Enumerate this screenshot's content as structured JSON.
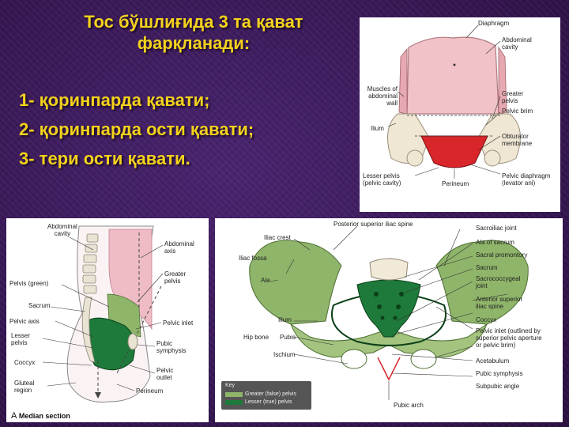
{
  "slide": {
    "title_line1": "Тос бўшлиғида 3 та қават",
    "title_line2": "фарқланади:",
    "items": [
      "1- қоринпарда қавати;",
      "2- қоринпарда ости қавати;",
      "3- тери ости қавати."
    ]
  },
  "fig_top_right": {
    "labels": {
      "diaphragm": "Diaphragm",
      "abdominal_cavity": "Abdominal\ncavity",
      "muscles": "Muscles of\nabdominal\nwall",
      "greater_pelvis": "Greater\npelvis",
      "pelvic_brim": "Pelvic brim",
      "ilium": "Ilium",
      "obturator": "Obturator\nmembrane",
      "lesser_pelvis": "Lesser pelvis\n(pelvic cavity)",
      "perineum": "Perineum",
      "pelvic_diaphragm": "Pelvic diaphragm\n(levator ani)"
    }
  },
  "fig_bottom_left": {
    "labels": {
      "abdominal_cavity": "Abdominal\ncavity",
      "abdominal_axis": "Abdominal\naxis",
      "greater_pelvis": "Greater\npelvis",
      "pelvis_green": "Pelvis (green)",
      "sacrum": "Sacrum",
      "pelvic_axis": "Pelvic axis",
      "pelvic_inlet": "Pelvic inlet",
      "lesser_pelvis": "Lesser\npelvis",
      "pubic_symphysis": "Pubic\nsymphysis",
      "coccyx": "Coccyx",
      "pelvic_outlet": "Pelvic\noutlet",
      "gluteal_region": "Gluteal\nregion",
      "perineum": "Perineum"
    },
    "caption_letter": "A",
    "caption": "Median section"
  },
  "fig_bottom_right": {
    "labels": {
      "psis": "Posterior superior iliac spine",
      "sacroiliac_joint": "Sacroiliac joint",
      "iliac_crest": "Iliac crest",
      "ala_of_sacrum": "Ala of sacrum",
      "iliac_fossa": "Iliac fossa",
      "sacral_promontory": "Sacral promontory",
      "ala": "Ala",
      "sacrum": "Sacrum",
      "sacrococcygeal": "Sacrococcygeal\njoint",
      "asis": "Anterior superior\niliac spine",
      "ilium": "Ilium",
      "coccyx": "Coccyx",
      "hip_bone": "Hip bone",
      "pubis": "Pubis",
      "pelvic_inlet": "Pelvic inlet (outlined by\nsuperior pelvic aperture\nor pelvic brim)",
      "ischium": "Ischium",
      "acetabulum": "Acetabulum",
      "pubic_symphysis": "Pubic symphysis",
      "subpubic_angle": "Subpubic angle",
      "pubic_arch": "Pubic arch"
    },
    "key_title": "Key",
    "key_greater": "Greater (false) pelvis",
    "key_lesser": "Lesser (true) pelvis"
  },
  "colors": {
    "title_yellow": "#f3d21c",
    "bg_purple": "#3d1a5e",
    "greater_pelvis_green": "#8fb56a",
    "lesser_pelvis_green": "#1e7a3a",
    "abdominal_pink": "#f1c2c8",
    "lesser_red": "#d8262b"
  }
}
